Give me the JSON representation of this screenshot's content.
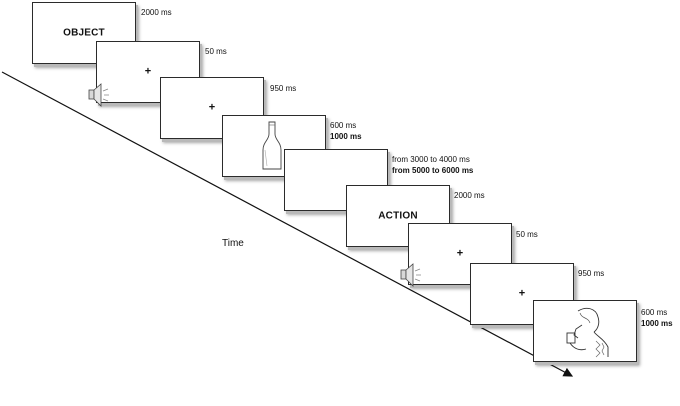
{
  "time_label": "Time",
  "frames": [
    {
      "id": "object-cue",
      "text": "OBJECT",
      "duration": [
        "2000 ms"
      ]
    },
    {
      "id": "object-fixation-sound",
      "text": "+",
      "duration": [
        "50 ms"
      ],
      "icon": "speaker-icon"
    },
    {
      "id": "object-fixation",
      "text": "+",
      "duration": [
        "950 ms"
      ]
    },
    {
      "id": "object-picture",
      "text": "",
      "duration": [
        "600 ms",
        "1000 ms"
      ],
      "icon": "bottle-icon"
    },
    {
      "id": "interval",
      "text": "",
      "duration": [
        "from 3000  to 4000 ms",
        "from 5000 to 6000 ms"
      ]
    },
    {
      "id": "action-cue",
      "text": "ACTION",
      "duration": [
        "2000 ms"
      ]
    },
    {
      "id": "action-fixation-sound",
      "text": "+",
      "duration": [
        "50 ms"
      ],
      "icon": "speaker-icon"
    },
    {
      "id": "action-fixation",
      "text": "+",
      "duration": [
        "950 ms"
      ]
    },
    {
      "id": "action-picture",
      "text": "",
      "duration": [
        "600 ms",
        "1000 ms"
      ],
      "icon": "drinking-person-icon"
    }
  ]
}
